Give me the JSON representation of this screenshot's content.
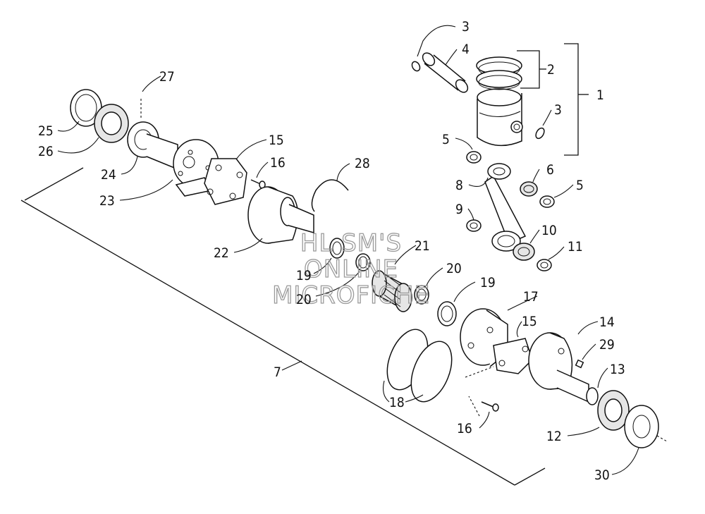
{
  "watermark": {
    "lines": [
      "HL SM'S",
      "ONLINE",
      "MICROFICHE"
    ]
  },
  "callouts": [
    "1",
    "2",
    "3",
    "3",
    "4",
    "5",
    "5",
    "6",
    "7",
    "8",
    "9",
    "10",
    "11",
    "12",
    "13",
    "14",
    "15",
    "15",
    "16",
    "16",
    "17",
    "18",
    "19",
    "19",
    "20",
    "20",
    "21",
    "22",
    "23",
    "24",
    "25",
    "26",
    "27",
    "28",
    "29",
    "30"
  ]
}
